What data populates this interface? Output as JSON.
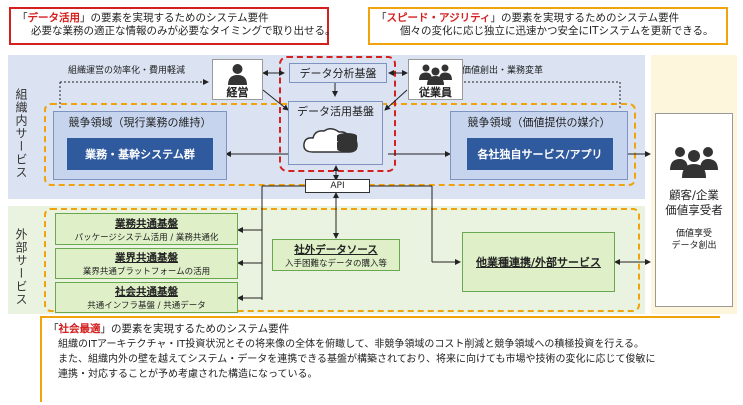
{
  "callout_data": {
    "highlight": "データ活用",
    "rest": "」の要素を実現するためのシステム要件",
    "line2": "必要な業務の適正な情報のみが必要なタイミングで取り出せる。",
    "open": "「"
  },
  "callout_agility": {
    "highlight": "スピード・アジリティ",
    "rest": "」の要素を実現するためのシステム要件",
    "line2": "個々の変化に応じ独立に迅速かつ安全にITシステムを更新できる。",
    "open": "「"
  },
  "callout_social": {
    "highlight": "社会最適",
    "rest": "」の要素を実現するためのシステム要件",
    "open": "「",
    "line2": "組織のITアーキテクチャ・IT投資状況とその将来像の全体を俯瞰して、非競争領域のコスト削減と競争領域への積極投資を行える。",
    "line3": "また、組織内外の壁を越えてシステム・データを連携できる基盤が構築されており、将来に向けても市場や技術の変化に応じて俊敏に",
    "line4": "連携・対応することが予め考慮された構造になっている。"
  },
  "section_internal": "組織内サービス",
  "section_external": "外部サービス",
  "label_efficiency": "組織運営の効率化・費用軽減",
  "label_value": "価値創出・業務変革",
  "management": "経営",
  "employees": "従業員",
  "data_analysis": "データ分析基盤",
  "data_platform": "データ活用基盤",
  "competitive_left": {
    "title": "競争領域（現行業務の維持）",
    "system": "業務・基幹システム群"
  },
  "competitive_right": {
    "title": "競争領域（価値提供の媒介）",
    "system": "各社独自サービス/アプリ"
  },
  "api": "API",
  "common": [
    {
      "title": "業務共通基盤",
      "sub": "パッケージシステム活用 / 業務共通化"
    },
    {
      "title": "業界共通基盤",
      "sub": "業界共通プラットフォームの活用"
    },
    {
      "title": "社会共通基盤",
      "sub": "共通インフラ基盤 / 共通データ"
    }
  ],
  "external_data": {
    "title": "社外データソース",
    "sub": "入手困難なデータの購入等"
  },
  "other_industry": "他業種連携/外部サービス",
  "customer": {
    "title1": "顧客/企業",
    "title2": "価値享受者",
    "sub1": "価値享受",
    "sub2": "データ創出"
  },
  "colors": {
    "red": "#d4201f",
    "orange": "#f0a30a",
    "blue_panel": "#dbe3f3",
    "green_panel": "#eaf3e0",
    "yellow_panel": "#fdf6dc",
    "dark_blue": "#2f5a9e"
  }
}
